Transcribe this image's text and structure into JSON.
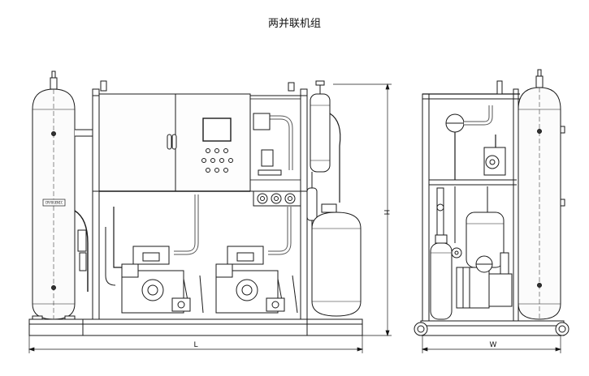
{
  "title": "两并联机组",
  "dimensions": {
    "length": "L",
    "height": "H",
    "width": "W"
  },
  "tank_tag": "CRYOGENIC"
}
